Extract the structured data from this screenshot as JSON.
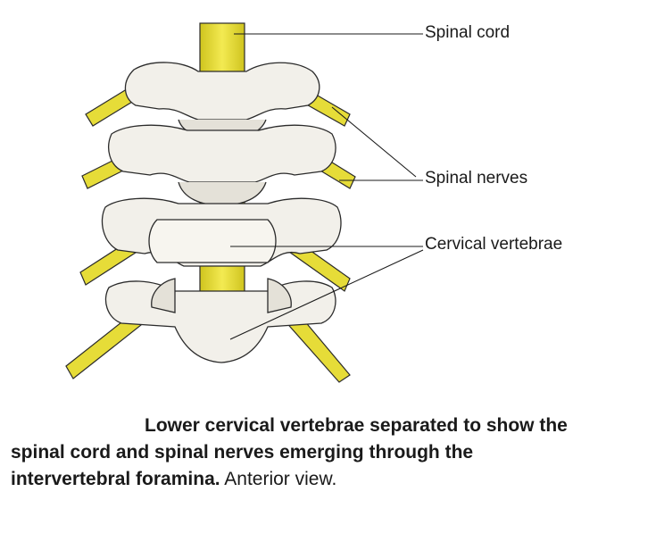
{
  "labels": {
    "spinal_cord": "Spinal cord",
    "spinal_nerves": "Spinal nerves",
    "cervical_vertebrae": "Cervical vertebrae"
  },
  "caption": {
    "line1_bold": "Lower cervical vertebrae separated to show the",
    "line2_bold": "spinal cord and spinal nerves emerging through the",
    "line3_bold": "intervertebral foramina.",
    "line3_regular": " Anterior view."
  },
  "colors": {
    "cord": "#e8de3a",
    "bone": "#f2f0ea",
    "bone_shadow": "#dcd8cf",
    "outline": "#2b2b2b"
  }
}
